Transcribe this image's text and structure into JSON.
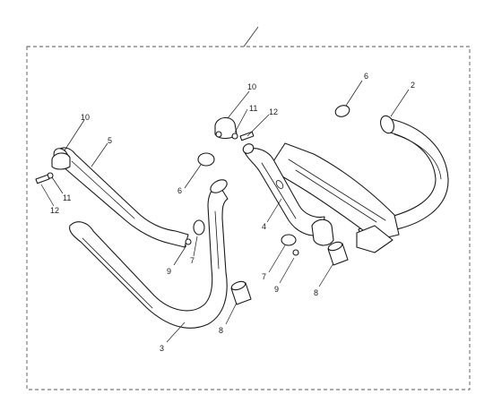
{
  "callouts": [
    {
      "id": "c2",
      "label": "2"
    },
    {
      "id": "c6a",
      "label": "6"
    },
    {
      "id": "c10a",
      "label": "10"
    },
    {
      "id": "c11a",
      "label": "11"
    },
    {
      "id": "c12a",
      "label": "12"
    },
    {
      "id": "c10b",
      "label": "10"
    },
    {
      "id": "c5",
      "label": "5"
    },
    {
      "id": "c11b",
      "label": "11"
    },
    {
      "id": "c12b",
      "label": "12"
    },
    {
      "id": "c6b",
      "label": "6"
    },
    {
      "id": "c4",
      "label": "4"
    },
    {
      "id": "c9a",
      "label": "9"
    },
    {
      "id": "c7a",
      "label": "7"
    },
    {
      "id": "c7b",
      "label": "7"
    },
    {
      "id": "c9b",
      "label": "9"
    },
    {
      "id": "c8a",
      "label": "8"
    },
    {
      "id": "c8b",
      "label": "8"
    },
    {
      "id": "c3",
      "label": "3"
    }
  ]
}
